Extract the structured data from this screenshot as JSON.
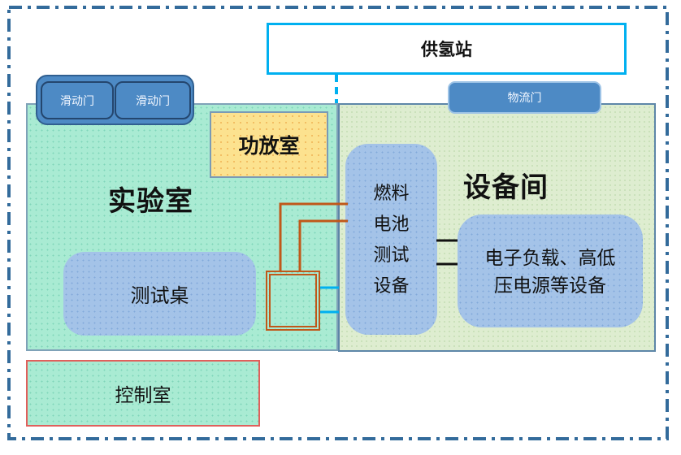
{
  "hydrogen_station": {
    "label": "供氢站"
  },
  "rooms": {
    "lab": {
      "label": "实验室"
    },
    "equipment": {
      "label": "设备间"
    },
    "amplifier": {
      "label": "功放室"
    },
    "control": {
      "label": "控制室"
    }
  },
  "doors": {
    "sliding": [
      {
        "label": "滑动门"
      },
      {
        "label": "滑动门"
      }
    ],
    "logistics": {
      "label": "物流门"
    }
  },
  "equipment_items": {
    "test_desk": {
      "label": "测试桌"
    },
    "fuel_cell": {
      "label": "燃料电池测试设备"
    },
    "electronic_load": {
      "label": "电子负载、高低压电源等设备"
    }
  },
  "colors": {
    "outer_border_blue": "#336b9b",
    "accent_cyan": "#00b0f0",
    "connector_orange": "#c0581a",
    "connector_black": "#111111",
    "door_blue": "#4d8ac5",
    "lab_green": "#a9ebd3",
    "equipment_green": "#deedd0",
    "box_blue": "#a4c3e8",
    "amplifier_yellow": "#fce28f",
    "control_border_red": "#e0605c"
  }
}
